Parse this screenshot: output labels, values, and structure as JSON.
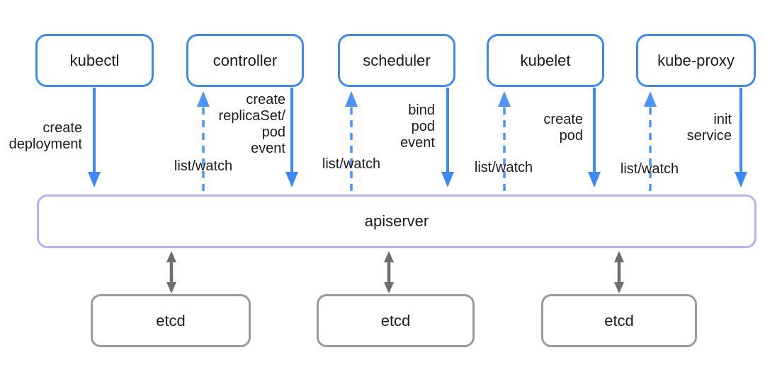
{
  "diagram": {
    "top_nodes": [
      {
        "id": "kubectl",
        "label": "kubectl",
        "down_label": "create\ndeployment"
      },
      {
        "id": "controller",
        "label": "controller",
        "up_label": "list/watch",
        "down_label": "create\nreplicaSet/\npod\nevent"
      },
      {
        "id": "scheduler",
        "label": "scheduler",
        "up_label": "list/watch",
        "down_label": "bind\npod\nevent"
      },
      {
        "id": "kubelet",
        "label": "kubelet",
        "up_label": "list/watch",
        "down_label": "create\npod"
      },
      {
        "id": "kube-proxy",
        "label": "kube-proxy",
        "up_label": "list/watch",
        "down_label": "init\nservice"
      }
    ],
    "apiserver": {
      "label": "apiserver"
    },
    "etcd_nodes": [
      {
        "label": "etcd"
      },
      {
        "label": "etcd"
      },
      {
        "label": "etcd"
      }
    ]
  },
  "colors": {
    "node_border": "#3d8af7",
    "arrow_solid": "#3d8af7",
    "arrow_dashed": "#4d93f8",
    "apiserver_border": "#b4b1f4",
    "etcd_border": "#9b9b9b",
    "arrow_gray": "#6e6e6e",
    "text": "#1c1c1e",
    "background": "#ffffff"
  }
}
